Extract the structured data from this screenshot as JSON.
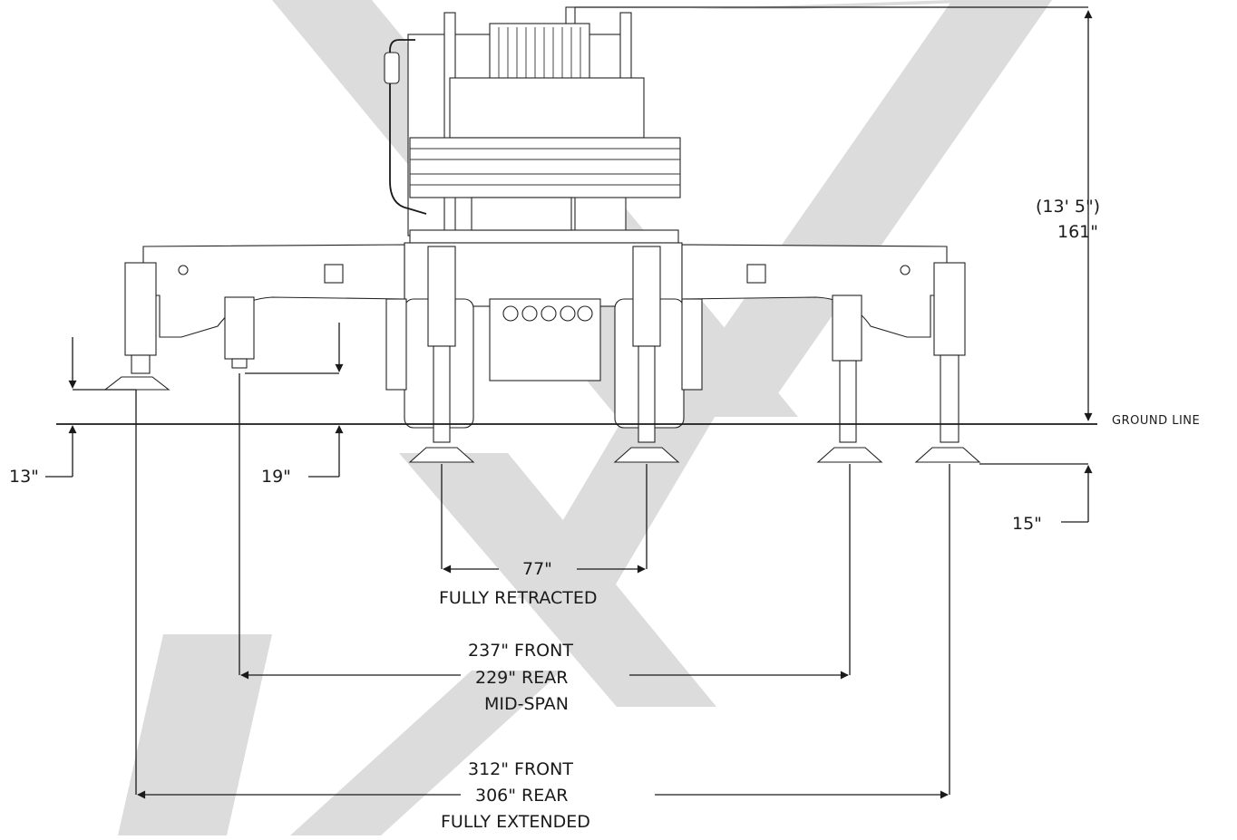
{
  "labels": {
    "height_ft": "(13' 5\")",
    "height_in": "161\"",
    "ground_line": "GROUND LINE",
    "left_outer_drop": "13\"",
    "left_mid_drop": "19\"",
    "right_drop": "15\"",
    "retracted_value": "77\"",
    "retracted_caption": "FULLY RETRACTED",
    "mid_front": "237\" FRONT",
    "mid_rear": "229\" REAR",
    "mid_caption": "MID-SPAN",
    "ext_front": "312\" FRONT",
    "ext_rear": "306\" REAR",
    "ext_caption": "FULLY EXTENDED"
  },
  "colors": {
    "line": "#1a1a1a",
    "watermark": "#dcdcdc",
    "background": "#ffffff"
  }
}
